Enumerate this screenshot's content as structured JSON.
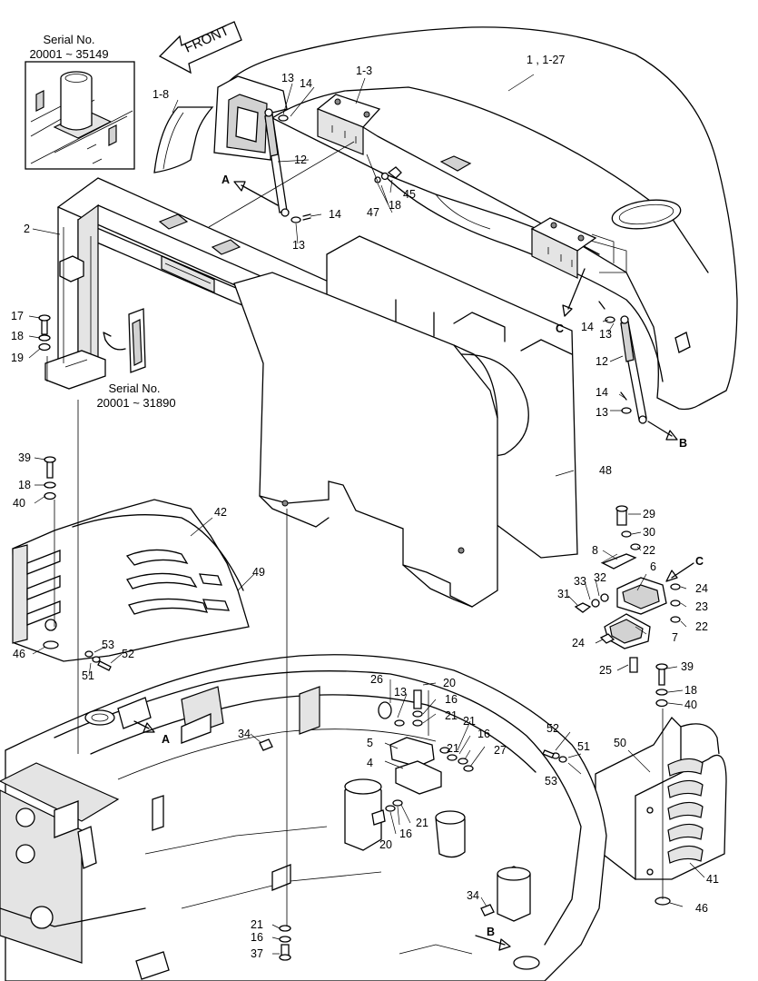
{
  "direction": "FRONT",
  "serial_notes": [
    {
      "title": "Serial No.",
      "range": "20001 ~ 35149"
    },
    {
      "title": "Serial No.",
      "range": "20001 ~ 31890"
    }
  ],
  "view_markers": [
    "A",
    "B",
    "C"
  ],
  "callouts": [
    "1 , 1-27",
    "1-3",
    "1-8",
    "2",
    "4",
    "5",
    "6",
    "7",
    "8",
    "12",
    "13",
    "14",
    "16",
    "17",
    "18",
    "19",
    "20",
    "21",
    "22",
    "23",
    "24",
    "25",
    "26",
    "27",
    "29",
    "30",
    "31",
    "32",
    "33",
    "34",
    "37",
    "39",
    "40",
    "41",
    "42",
    "45",
    "46",
    "47",
    "48",
    "49",
    "50",
    "51",
    "52",
    "53"
  ]
}
